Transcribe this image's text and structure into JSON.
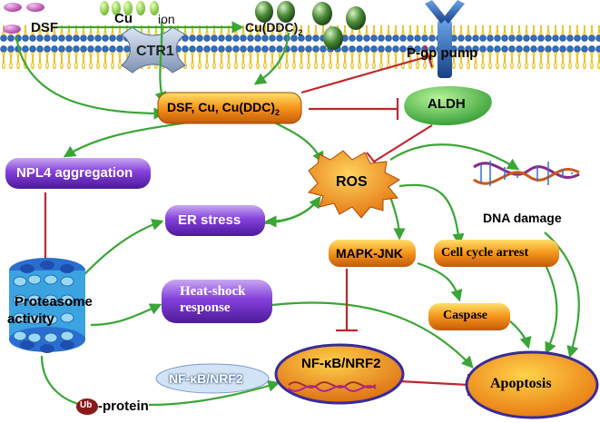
{
  "colors": {
    "green_arrow": "#3aa635",
    "inhibit": "#c0262c",
    "purple_box": "#7b34d0",
    "orange_box": "#ef8a12",
    "aldh": "#3cb83a",
    "ros": "#f07a13",
    "apoptosis": "#f08a10",
    "membrane": "#2a5ea8"
  },
  "membrane": {
    "dsf": "DSF",
    "cu_ion_a": "Cu",
    "cu_ion_b": "ion",
    "cu_ddc": "Cu(DDC)",
    "cu_ddc_sub": "2",
    "ctr1": "CTR1",
    "pgp": "P-gp pump"
  },
  "nodes": {
    "complex": "DSF, Cu, Cu(DDC)",
    "complex_sub": "2",
    "aldh": "ALDH",
    "npl4": "NPL4 aggregation",
    "ros": "ROS",
    "dna": "DNA damage",
    "er": "ER stress",
    "mapk": "MAPK-JNK",
    "cellcycle": "Cell cycle arrest",
    "proteasome_a": "Proteasome",
    "proteasome_b": "activity",
    "heat_a": "Heat-shock",
    "heat_b": "response",
    "caspase": "Caspase",
    "nfkb_ghost": "NF-κB/NRF2",
    "nfkb": "NF-κB/NRF2",
    "ub": "Ub",
    "ub_protein": "-protein",
    "apoptosis": "Apoptosis"
  }
}
